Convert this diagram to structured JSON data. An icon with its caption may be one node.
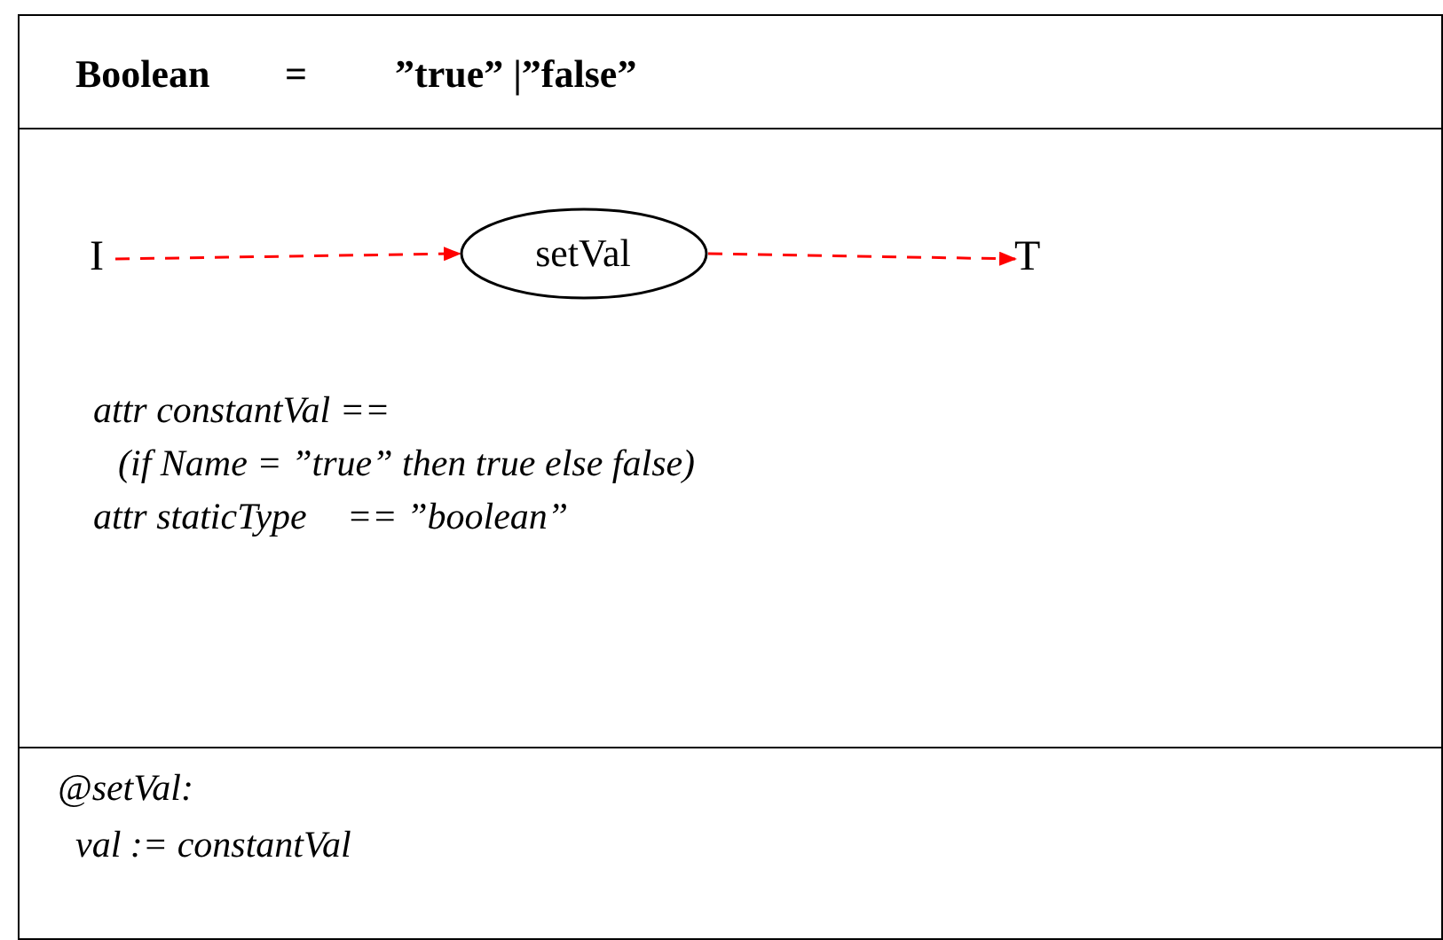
{
  "diagram": {
    "nodes": [
      {
        "text": [
          "Boolean",
          "=",
          "”true” |”false”"
        ]
      },
      {
        "text": [
          "attr constantVal ==",
          "(if Name = ”true” then true else false)",
          "attr staticType",
          "== ”boolean”"
        ]
      },
      {
        "text": [
          "I"
        ],
        "in": 1
      },
      {
        "text": [
          "setVal"
        ],
        "in": 1
      },
      {
        "text": [
          "T"
        ],
        "in": 1
      },
      {
        "text": [
          "@setVal:",
          "val := constantVal"
        ]
      }
    ],
    "edges": [
      {
        "from": 2,
        "to": 3,
        "arrow": "to",
        "style": "dashed",
        "color": "#ff0000"
      },
      {
        "from": 3,
        "to": 4,
        "arrow": "to",
        "style": "dashed",
        "color": "#ff0000"
      }
    ]
  }
}
